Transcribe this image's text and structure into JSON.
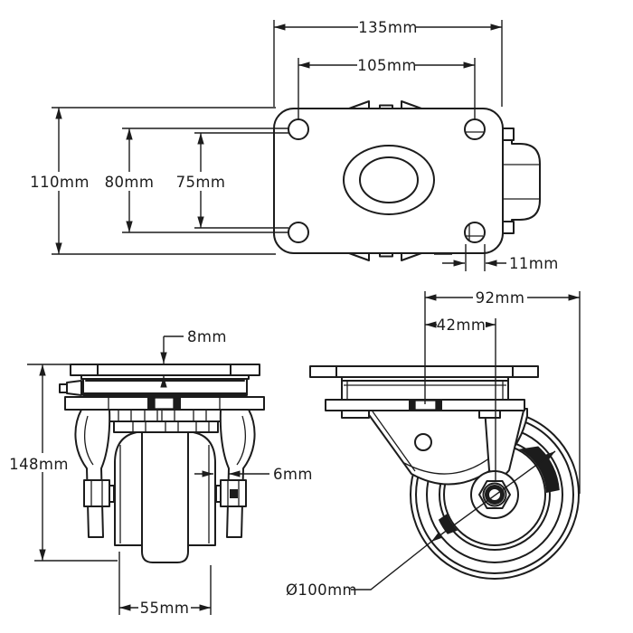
{
  "colors": {
    "line": "#1c1c1c",
    "background": "#ffffff"
  },
  "views": {
    "top": {
      "labels": {
        "overall_width": "135mm",
        "bolt_hole_spacing_width": "105mm",
        "overall_depth": "110mm",
        "bolt_spacing_outer": "80mm",
        "bolt_spacing_inner": "75mm",
        "bolt_hole_diameter": "11mm"
      }
    },
    "front": {
      "labels": {
        "plate_thickness": "8mm",
        "overall_height": "148mm",
        "wall_thickness": "6mm",
        "wheel_width": "55mm"
      }
    },
    "side": {
      "labels": {
        "plate_length": "92mm",
        "swivel_offset": "42mm",
        "wheel_diameter": "Ø100mm"
      }
    }
  }
}
